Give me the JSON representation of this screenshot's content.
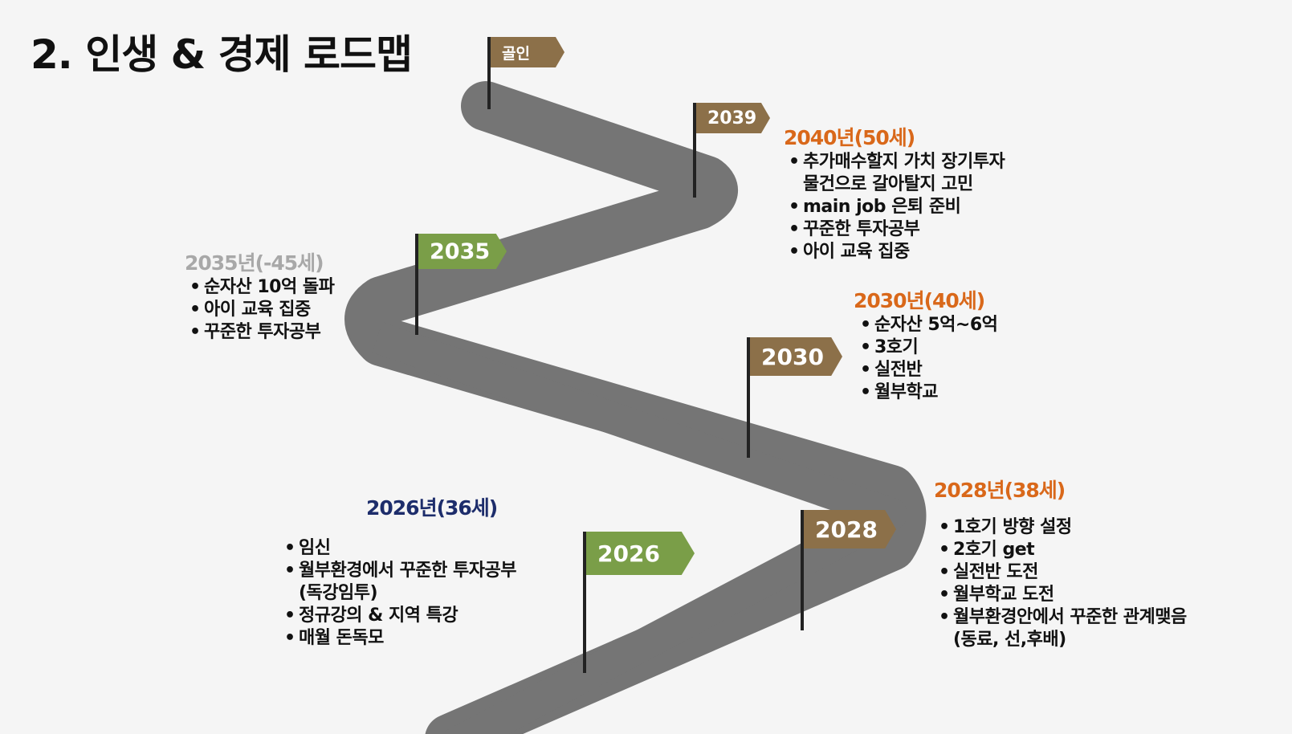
{
  "title": "2. 인생 & 경제 로드맵",
  "colors": {
    "brown_flag": "#8c7049",
    "green_flag": "#7a9e48",
    "road": "#757575",
    "orange": "#d9681a",
    "navy": "#1d2d6b",
    "gray": "#a8a8a8"
  },
  "flags": {
    "goal": "골인",
    "f2039": "2039",
    "f2035": "2035",
    "f2030": "2030",
    "f2028": "2028",
    "f2026": "2026"
  },
  "milestones": {
    "m2040": {
      "heading": "2040년(50세)",
      "items": [
        "추가매수할지 가치 장기투자",
        "물건으로 갈아탈지 고민",
        "main job 은퇴 준비",
        "꾸준한 투자공부",
        "아이 교육 집중"
      ]
    },
    "m2035": {
      "heading": "2035년(-45세)",
      "items": [
        "순자산 10억 돌파",
        "아이 교육 집중",
        "꾸준한 투자공부"
      ]
    },
    "m2030": {
      "heading": "2030년(40세)",
      "items": [
        "순자산 5억~6억",
        "3호기",
        "실전반",
        "월부학교"
      ]
    },
    "m2028": {
      "heading": "2028년(38세)",
      "items": [
        "1호기 방향 설정",
        "2호기 get",
        "실전반 도전",
        "월부학교 도전",
        "월부환경안에서 꾸준한 관계맺음",
        "(동료, 선,후배)"
      ]
    },
    "m2026": {
      "heading": "2026년(36세)",
      "items": [
        "임신",
        "월부환경에서 꾸준한 투자공부",
        "(독강임투)",
        "정규강의 & 지역 특강",
        "매월 돈독모"
      ]
    }
  }
}
